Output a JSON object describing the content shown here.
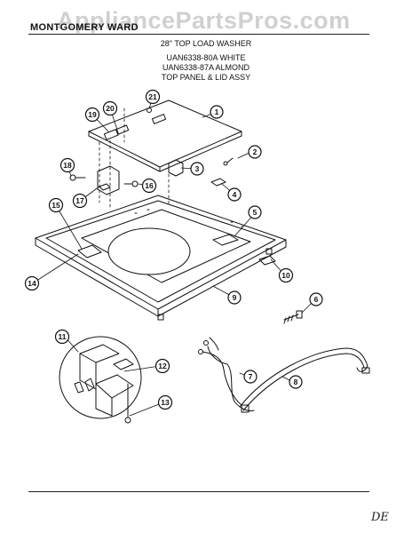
{
  "header": {
    "brand": "MONTGOMERY WARD",
    "watermark": "AppliancePartsPros.com",
    "title_lines": [
      "28\" TOP LOAD WASHER",
      "UAN6338-80A WHITE",
      "UAN6338-87A ALMOND",
      "TOP PANEL & LID ASSY"
    ]
  },
  "callouts": [
    "1",
    "2",
    "3",
    "4",
    "5",
    "6",
    "7",
    "8",
    "9",
    "10",
    "11",
    "12",
    "13",
    "14",
    "15",
    "16",
    "17",
    "18",
    "19",
    "20",
    "21"
  ],
  "signature": "DE"
}
